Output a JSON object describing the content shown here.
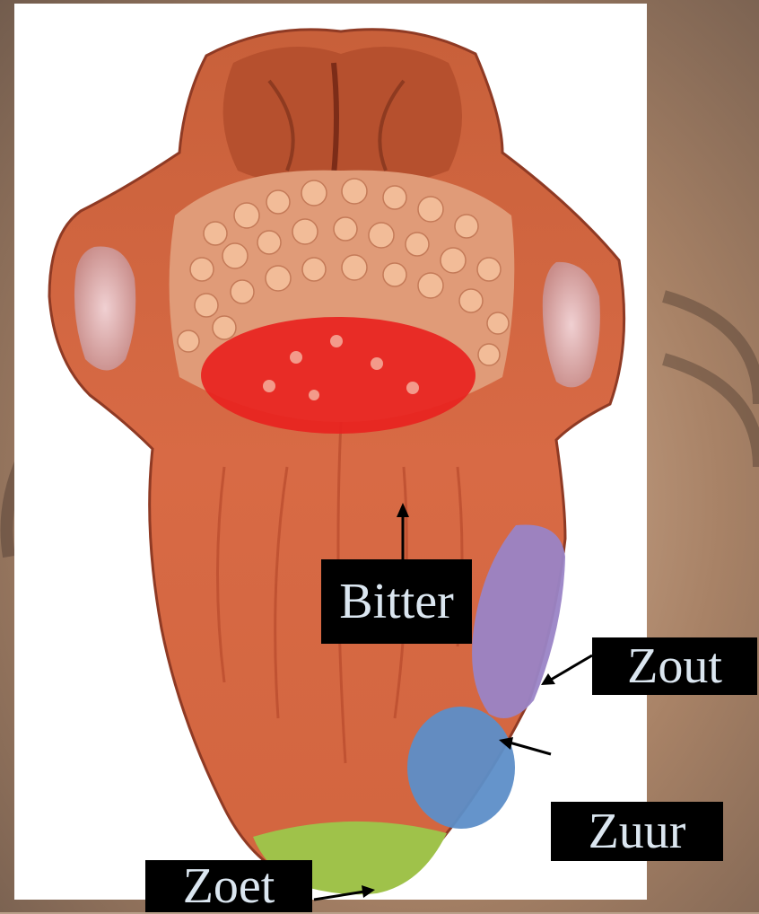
{
  "labels": {
    "bitter": "Bitter",
    "zout": "Zout",
    "zuur": "Zuur",
    "zoet": "Zoet"
  },
  "colors": {
    "bitter_zone": "#e8231f",
    "zout_zone": "#9a84c6",
    "zuur_zone": "#5d8ec8",
    "zoet_zone": "#9fc24a",
    "label_bg": "#000000",
    "label_text": "#dbe6f0",
    "tongue": "#d2643a"
  }
}
